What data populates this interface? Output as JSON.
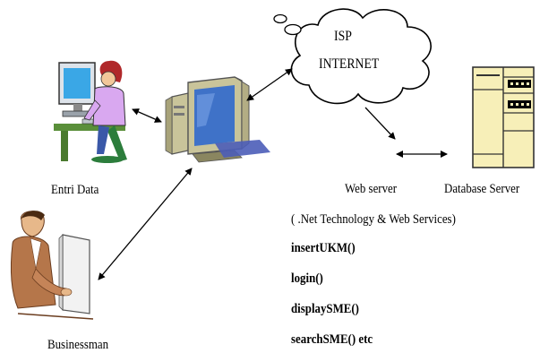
{
  "cloud": {
    "line1": "ISP",
    "line2": "INTERNET"
  },
  "labels": {
    "entri_data": "Entri Data",
    "businessman": "Businessman",
    "web_server": "Web server",
    "database_server": "Database Server"
  },
  "web_services": {
    "heading": "( .Net Technology & Web Services)",
    "methods": [
      "insertUKM()",
      "login()",
      "displaySME()",
      "searchSME()  etc"
    ]
  },
  "colors": {
    "monitor_bezel": "#c9c49a",
    "monitor_screen": "#3f72c8",
    "server_body": "#f7efb8",
    "person_shirt": "#d9a8f0",
    "person_hair": "#b0282a",
    "desk_green": "#5a8f3a"
  }
}
